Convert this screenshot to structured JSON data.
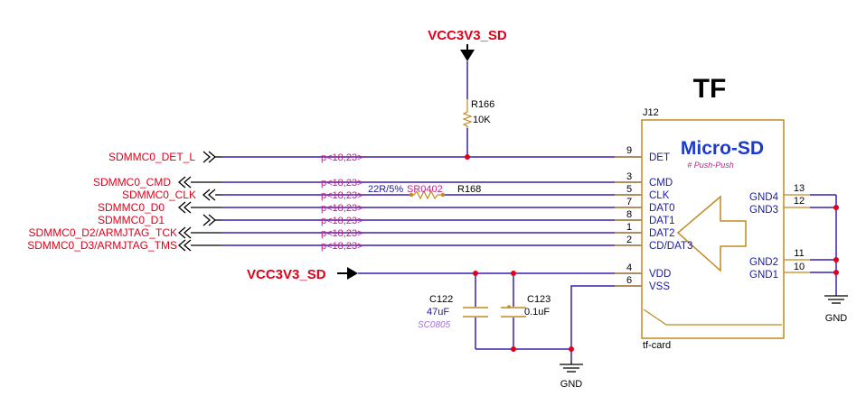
{
  "title": "TF",
  "power_top": "VCC3V3_SD",
  "power_left": "VCC3V3_SD",
  "connector": {
    "ref": "J12",
    "name": "Micro-SD",
    "subtitle": "# Push-Push",
    "footprint": "tf-card",
    "pins_left": [
      {
        "num": "9",
        "name": "DET"
      },
      {
        "num": "3",
        "name": "CMD"
      },
      {
        "num": "5",
        "name": "CLK"
      },
      {
        "num": "7",
        "name": "DAT0"
      },
      {
        "num": "8",
        "name": "DAT1"
      },
      {
        "num": "1",
        "name": "DAT2"
      },
      {
        "num": "2",
        "name": "CD/DAT3"
      },
      {
        "num": "4",
        "name": "VDD"
      },
      {
        "num": "6",
        "name": "VSS"
      }
    ],
    "pins_right": [
      {
        "num": "13",
        "name": "GND4"
      },
      {
        "num": "12",
        "name": "GND3"
      },
      {
        "num": "11",
        "name": "GND2"
      },
      {
        "num": "10",
        "name": "GND1"
      }
    ]
  },
  "nets": [
    "SDMMC0_DET_L",
    "SDMMC0_CMD",
    "SDMMC0_CLK",
    "SDMMC0_D0",
    "SDMMC0_D1",
    "SDMMC0_D2/ARMJTAG_TCK",
    "SDMMC0_D3/ARMJTAG_TMS"
  ],
  "page_ref": "p<18,23>",
  "r166": {
    "ref": "R166",
    "value": "10K"
  },
  "r168": {
    "ref": "R168",
    "value": "22R/5%",
    "package": "SR0402"
  },
  "c122": {
    "ref": "C122",
    "value": "47uF",
    "package": "SC0805"
  },
  "c123": {
    "ref": "C123",
    "value": "0.1uF"
  },
  "gnd": "GND",
  "colors": {
    "wire": "#3a1eb0",
    "net_label": "#e0001a",
    "power": "#e0001a",
    "component": "#c08a1e",
    "pin_text": "#1a1aa0",
    "dot": "#e0001a",
    "page_ref": "#c0208a",
    "connector_name": "#1a3ad0"
  }
}
